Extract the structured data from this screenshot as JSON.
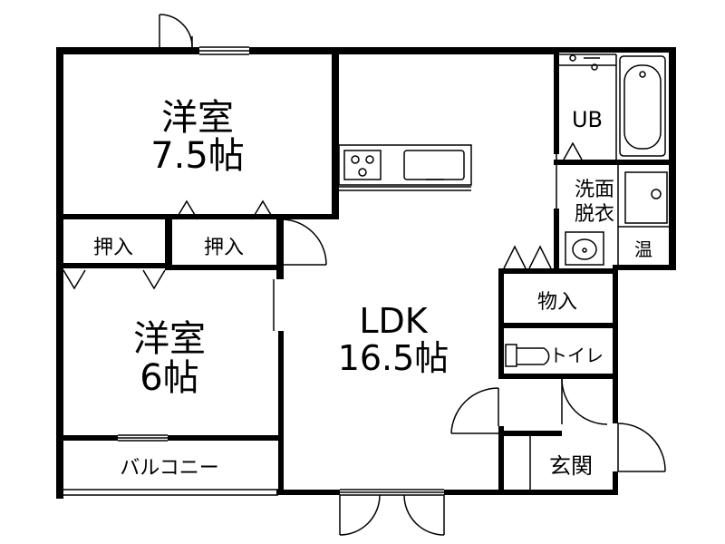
{
  "rooms": {
    "western_room_1": {
      "name": "洋室",
      "size": "7.5帖"
    },
    "western_room_2": {
      "name": "洋室",
      "size": "6帖"
    },
    "ldk": {
      "name": "LDK",
      "size": "16.5帖"
    },
    "closet_1": "押入",
    "closet_2": "押入",
    "unit_bath": "UB",
    "washroom": {
      "line1": "洗面",
      "line2": "脱衣"
    },
    "water_heater": "温",
    "storage": "物入",
    "toilet": "トイレ",
    "entrance": "玄関",
    "balcony": "バルコニー"
  },
  "colors": {
    "wall": "#000000",
    "line": "#000000",
    "background": "#ffffff"
  }
}
